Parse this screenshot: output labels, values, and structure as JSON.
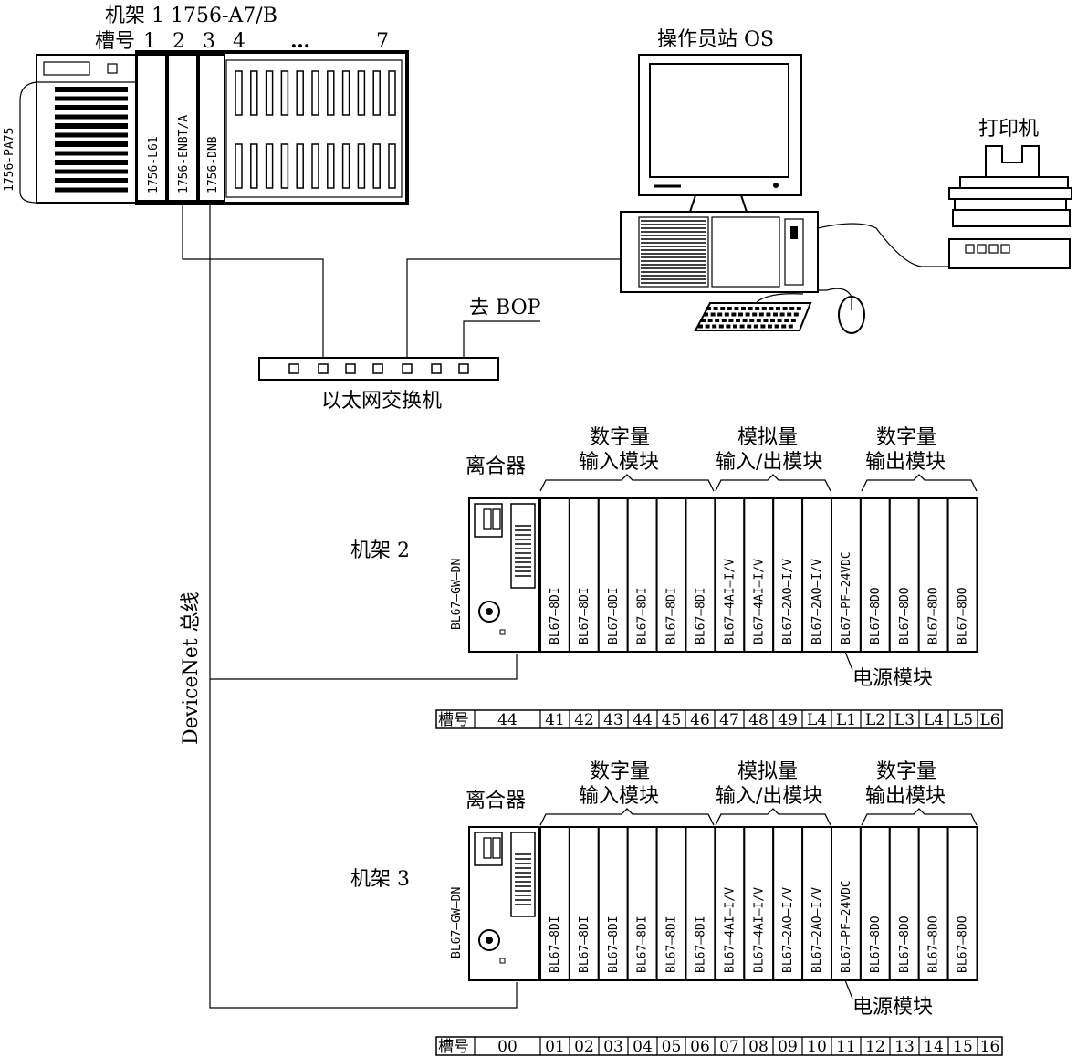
{
  "rack1": {
    "title": "机架 1 1756-A7/B",
    "slot_label": "槽号",
    "slot_numbers": [
      "1",
      "2",
      "3",
      "4",
      "…",
      "7"
    ],
    "power_supply": "1756-PA75",
    "modules": [
      "1756-L61",
      "1756-ENBT/A",
      "1756-DNB"
    ]
  },
  "workstation": {
    "title": "操作员站 OS"
  },
  "printer": {
    "title": "打印机"
  },
  "switch": {
    "title": "以太网交换机",
    "bop_label": "去 BOP"
  },
  "bus": {
    "label": "DeviceNet 总线"
  },
  "headers": {
    "coupler": "离合器",
    "di_line1": "数字量",
    "di_line2": "输入模块",
    "ai_line1": "模拟量",
    "ai_line2": "输入/出模块",
    "do_line1": "数字量",
    "do_line2": "输出模块",
    "power_module": "电源模块"
  },
  "rack2": {
    "title": "机架 2",
    "coupler_label": "BL67—GW—DN",
    "modules": [
      "BL67—8DI",
      "BL67—8DI",
      "BL67—8DI",
      "BL67—8DI",
      "BL67—8DI",
      "BL67—8DI",
      "BL67—4AI—I/V",
      "BL67—4AI—I/V",
      "BL67—2AO—I/V",
      "BL67—2AO—I/V",
      "BL67—PF—24VDC",
      "BL67—8DO",
      "BL67—8DO",
      "BL67—8DO",
      "BL67—8DO"
    ],
    "slot_label": "槽号",
    "slots": [
      "44",
      "41",
      "42",
      "43",
      "44",
      "45",
      "46",
      "47",
      "48",
      "49",
      "L4",
      "L1",
      "L2",
      "L3",
      "L4",
      "L5",
      "L6"
    ]
  },
  "rack3": {
    "title": "机架 3",
    "coupler_label": "BL67—GW—DN",
    "modules": [
      "BL67—8DI",
      "BL67—8DI",
      "BL67—8DI",
      "BL67—8DI",
      "BL67—8DI",
      "BL67—8DI",
      "BL67—4AI—I/V",
      "BL67—4AI—I/V",
      "BL67—2AO—I/V",
      "BL67—2AO—I/V",
      "BL67—PF—24VDC",
      "BL67—8DO",
      "BL67—8DO",
      "BL67—8DO",
      "BL67—8DO"
    ],
    "slot_label": "槽号",
    "slots": [
      "00",
      "01",
      "02",
      "03",
      "04",
      "05",
      "06",
      "07",
      "08",
      "09",
      "10",
      "11",
      "12",
      "13",
      "14",
      "15",
      "16"
    ]
  }
}
